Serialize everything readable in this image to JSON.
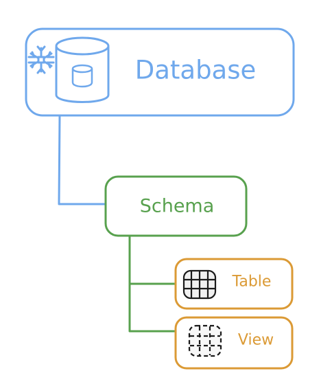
{
  "nodes": {
    "database": {
      "label": "Database",
      "icons": [
        "snowflake-icon",
        "database-cylinder-icon"
      ],
      "color": "#6fa8ec"
    },
    "schema": {
      "label": "Schema",
      "color": "#58a14e"
    },
    "table": {
      "label": "Table",
      "icon": "table-grid-icon",
      "color": "#db9a35"
    },
    "view": {
      "label": "View",
      "icon": "view-dashed-grid-icon",
      "color": "#db9a35"
    }
  },
  "connectors": [
    {
      "from": "database",
      "to": "schema",
      "color": "#6fa8ec"
    },
    {
      "from": "schema",
      "to": "table",
      "color": "#58a14e"
    },
    {
      "from": "schema",
      "to": "view",
      "color": "#58a14e"
    }
  ]
}
